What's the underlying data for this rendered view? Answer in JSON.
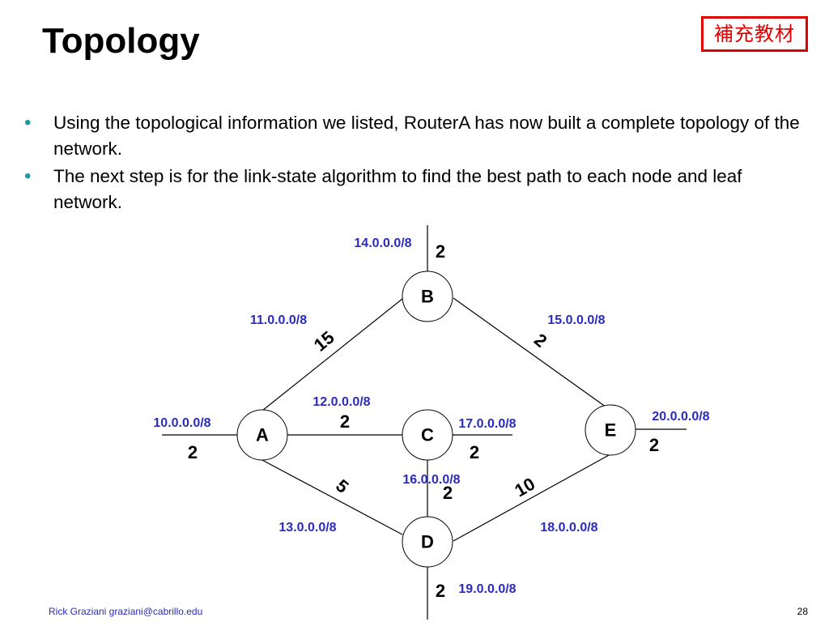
{
  "slide": {
    "title": "Topology",
    "stamp": "補充教材",
    "bullets": [
      "Using the topological information we listed, RouterA has now built a complete topology of the network.",
      "The next step is for the link-state algorithm to find the best path to each node and leaf network."
    ],
    "footer_author": "Rick Graziani  graziani@cabrillo.edu",
    "page_number": "28"
  },
  "diagram": {
    "nodes": [
      {
        "id": "A",
        "label": "A"
      },
      {
        "id": "B",
        "label": "B"
      },
      {
        "id": "C",
        "label": "C"
      },
      {
        "id": "D",
        "label": "D"
      },
      {
        "id": "E",
        "label": "E"
      }
    ],
    "links": [
      {
        "from": "A",
        "to": "B",
        "network": "11.0.0.0/8",
        "cost": "15"
      },
      {
        "from": "A",
        "to": "C",
        "network": "12.0.0.0/8",
        "cost": "2"
      },
      {
        "from": "A",
        "to": "D",
        "network": "13.0.0.0/8",
        "cost": "5"
      },
      {
        "from": "B",
        "to": "E",
        "network": "15.0.0.0/8",
        "cost": "2"
      },
      {
        "from": "C",
        "to": "D",
        "network": "16.0.0.0/8",
        "cost": "2"
      },
      {
        "from": "D",
        "to": "E",
        "network": "18.0.0.0/8",
        "cost": "10"
      }
    ],
    "stubs": [
      {
        "node": "A",
        "network": "10.0.0.0/8",
        "cost": "2"
      },
      {
        "node": "B",
        "network": "14.0.0.0/8",
        "cost": "2"
      },
      {
        "node": "C",
        "network": "17.0.0.0/8",
        "cost": "2"
      },
      {
        "node": "D",
        "network": "19.0.0.0/8",
        "cost": "2"
      },
      {
        "node": "E",
        "network": "20.0.0.0/8",
        "cost": "2"
      }
    ]
  }
}
